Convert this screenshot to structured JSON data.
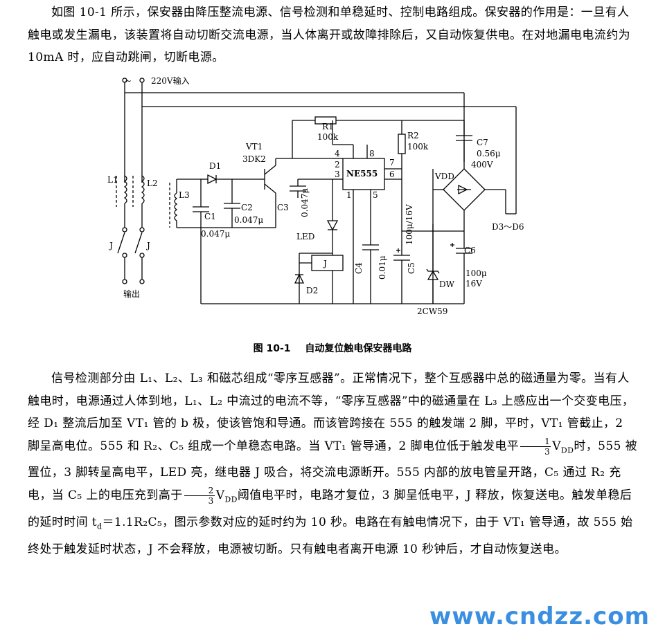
{
  "intro": {
    "text": "如图 10-1 所示，保安器由降压整流电源、信号检测和单稳延时、控制电路组成。保安器的作用是：一旦有人触电或发生漏电，该装置将自动切断交流电源，当人体离开或故障排除后，又自动恢复供电。在对地漏电电流约为 10mA 时，应自动跳闸，切断电源。"
  },
  "diagram": {
    "input_label": "220V输入",
    "input_symbol": "~",
    "output_label": "输出",
    "components": {
      "L1": "L1",
      "L2": "L2",
      "L3": "L3",
      "J_left": "J",
      "J_right": "J",
      "D1": "D1",
      "C1": "C1",
      "C1_val": "0.047μ",
      "C2": "C2",
      "C2_val": "0.047μ",
      "VT1": "VT1",
      "VT1_type": "3DK2",
      "R1": "R1",
      "R1_val": "100k",
      "R2": "R2",
      "R2_val": "100k",
      "C3": "C3",
      "C3_val": "0.047μ",
      "IC": "NE555",
      "pin4": "4",
      "pin8": "8",
      "pin2": "2",
      "pin7": "7",
      "pin3": "3",
      "pin6": "6",
      "pin1": "1",
      "pin5": "5",
      "LED": "LED",
      "relay": "J",
      "D2": "D2",
      "C4": "C4",
      "C4_val": "0.01μ",
      "C5": "C5",
      "C5_val": "100μ/16V",
      "C7": "C7",
      "C7_val1": "0.56μ",
      "C7_val2": "400V",
      "VDD": "VDD",
      "bridge": "D3～D6",
      "C6": "C6",
      "C6_val1": "100μ",
      "C6_val2": "16V",
      "DW": "DW",
      "DW_type": "2CW59"
    }
  },
  "caption": {
    "fig_no": "图 10-1",
    "title": "自动复位触电保安器电路"
  },
  "body": {
    "p1_a": "信号检测部分由 L₁、L₂、L₃ 和磁芯组成“零序互感器”。正常情况下，整个互感器中总的磁通量为零。当有人触电时，电源通过人体到地，L₁、L₂ 中流过的电流不等，“零序互感器”中的磁通量在 L₃ 上感应出一个交变电压，经 D₁ 整流后加至 VT₁ 管的 b 极，使该管饱和导通。而该管跨接在 555 的触发端 2 脚，平时，VT₁ 管截止，2 脚呈高电位。555 和 R₂、C₅ 组成一个单稳态电路。当 VT₁ 管导通，2 脚电位低于触发电平",
    "frac1_num": "1",
    "frac1_den": "3",
    "p1_b": "V",
    "p1_b_sub": "DD",
    "p1_c": "时，555 被置位，3 脚转呈高电平，LED 亮，继电器 J 吸合，将交流电源断开。555 内部的放电管呈开路，C₅ 通过 R₂ 充电，当 C₅ 上的电压充到高于",
    "frac2_num": "2",
    "frac2_den": "3",
    "p1_d": "V",
    "p1_d_sub": "DD",
    "p1_e": "阈值电平时，电路才复位，3 脚呈低电平，J 释放，恢复送电。触发单稳后的延时时间 t",
    "p1_e_sub": "d",
    "p1_f": "＝1.1R₂C₅，图示参数对应的延时约为 10 秒。电路在有触电情况下，由于 VT₁ 管导通，故 555 始终处于触发延时状态，J 不会释放，电源被切断。只有触电者离开电源 10 秒钟后，才自动恢复送电。"
  },
  "watermark": "www.cndzz.com"
}
